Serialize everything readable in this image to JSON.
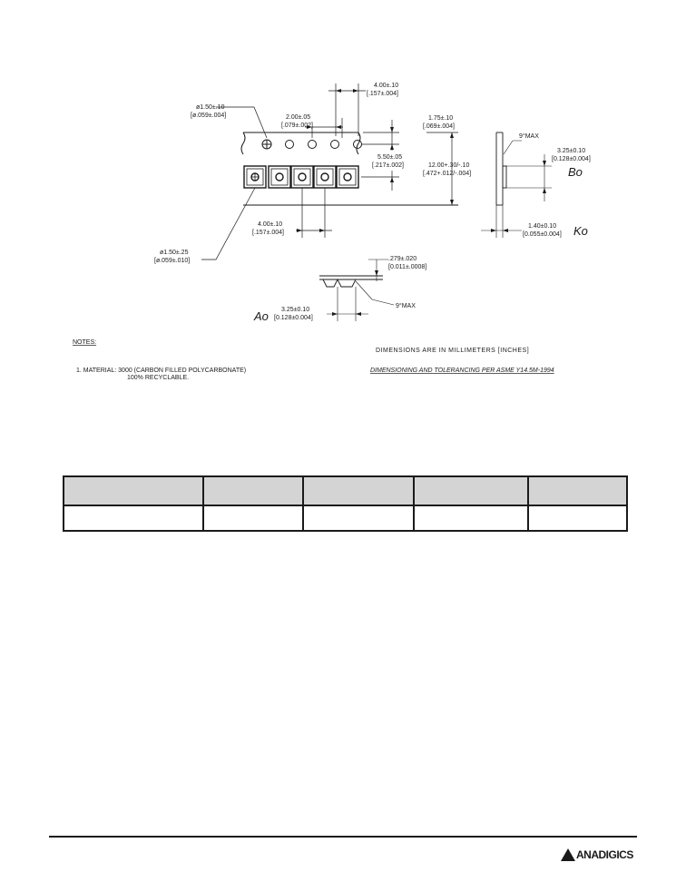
{
  "drawing": {
    "dims": {
      "hole_dia": "ø1.50±.10",
      "hole_dia_in": "[ø.059±.004]",
      "hole_pitch": "2.00±.05",
      "hole_pitch_in": "[.079±.002]",
      "sprocket_pitch": "4.00±.10",
      "sprocket_pitch_in": "[.157±.004]",
      "edge_dist": "1.75±.10",
      "edge_dist_in": "[.069±.004]",
      "pocket_offset": "5.50±.05",
      "pocket_offset_in": "[.217±.002]",
      "tape_width": "12.00+.30/-.10",
      "tape_width_in": "[.472+.012/-.004]",
      "pocket_pitch": "4.00±.10",
      "pocket_pitch_in": "[.157±.004]",
      "pocket_hole": "ø1.50±.25",
      "pocket_hole_in": "[ø.059±.010]",
      "side_max": "9°MAX",
      "bo_val": "3.25±0.10",
      "bo_val_in": "[0.128±0.004]",
      "bo_label": "Bo",
      "ko_val": "1.40±0.10",
      "ko_val_in": "[0.055±0.004]",
      "ko_label": "Ko",
      "thickness": ".279±.020",
      "thickness_in": "[0.011±.0008]",
      "bottom_max": "9°MAX",
      "ao_val": "3.25±0.10",
      "ao_val_in": "[0.128±0.004]",
      "ao_label": "Ao"
    },
    "notes_heading": "NOTES:",
    "note_1a": "1.  MATERIAL: 3000 (CARBON FILLED POLYCARBONATE)",
    "note_1b": "100% RECYCLABLE.",
    "units": "DIMENSIONS  ARE  IN  MILLIMETERS  [INCHES]",
    "standard": "DIMENSIONING  AND  TOLERANCING  PER  ASME  Y14.5M-1994"
  },
  "table": {
    "header": [
      "",
      "",
      "",
      "",
      ""
    ],
    "row": [
      "",
      "",
      "",
      "",
      ""
    ]
  },
  "logo": {
    "text": "ANADIGICS"
  }
}
